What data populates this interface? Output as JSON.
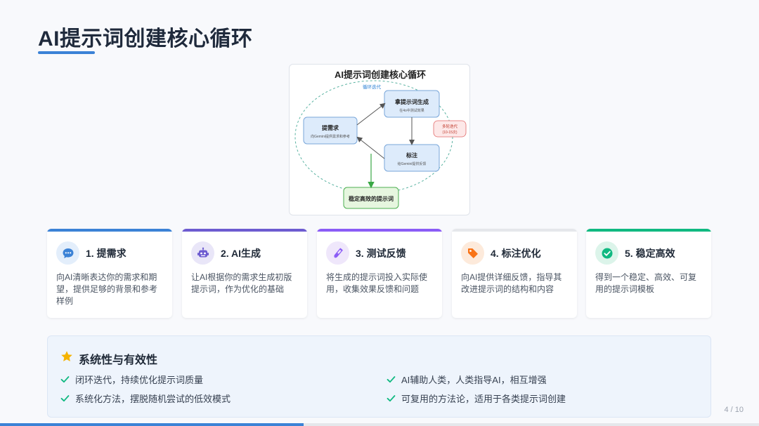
{
  "page": {
    "title": "AI提示词创建核心循环",
    "page_number": "4 / 10",
    "progress": 0.4
  },
  "diagram": {
    "title": "AI提示词创建核心循环",
    "loop_label": "循环迭代",
    "node_request": {
      "title": "提需求",
      "sub": "向Gemini提供需求和参考"
    },
    "node_generate": {
      "title": "拿提示词生成",
      "sub": "在4o中测试效果"
    },
    "node_annotate": {
      "title": "标注",
      "sub": "给Gemini提供反馈"
    },
    "node_iterate": {
      "line1": "多轮迭代",
      "line2": "(10-15次)"
    },
    "node_final": {
      "title": "稳定高效的提示词"
    }
  },
  "steps": [
    {
      "number_title": "1. 提需求",
      "desc": "向AI清晰表达你的需求和期望，提供足够的背景和参考样例",
      "icon": "chat-bubble-icon",
      "color": "#3b82d6",
      "bg": "#e3eefb"
    },
    {
      "number_title": "2. AI生成",
      "desc": "让AI根据你的需求生成初版提示词，作为优化的基础",
      "icon": "robot-icon",
      "color": "#6d5bd0",
      "bg": "#e9e6f8"
    },
    {
      "number_title": "3. 测试反馈",
      "desc": "将生成的提示词投入实际使用，收集效果反馈和问题",
      "icon": "test-tube-icon",
      "color": "#8b5cf6",
      "bg": "#efe7fb"
    },
    {
      "number_title": "4. 标注优化",
      "desc": "向AI提供详细反馈，指导其改进提示词的结构和内容",
      "icon": "tag-icon",
      "color": "#f97316",
      "bg": "#fdeadb"
    },
    {
      "number_title": "5. 稳定高效",
      "desc": "得到一个稳定、高效、可复用的提示词模板",
      "icon": "check-circle-icon",
      "color": "#10b981",
      "bg": "#dcf4ea"
    }
  ],
  "summary": {
    "title": "系统性与有效性",
    "items": [
      "闭环迭代，持续优化提示词质量",
      "系统化方法，摆脱随机尝试的低效模式",
      "AI辅助人类，人类指导AI，相互增强",
      "可复用的方法论，适用于各类提示词创建"
    ]
  },
  "colors": {
    "accent": "#3b82d6",
    "check": "#10b981",
    "star": "#f5b301",
    "step4_bar": "#e5e7eb"
  }
}
